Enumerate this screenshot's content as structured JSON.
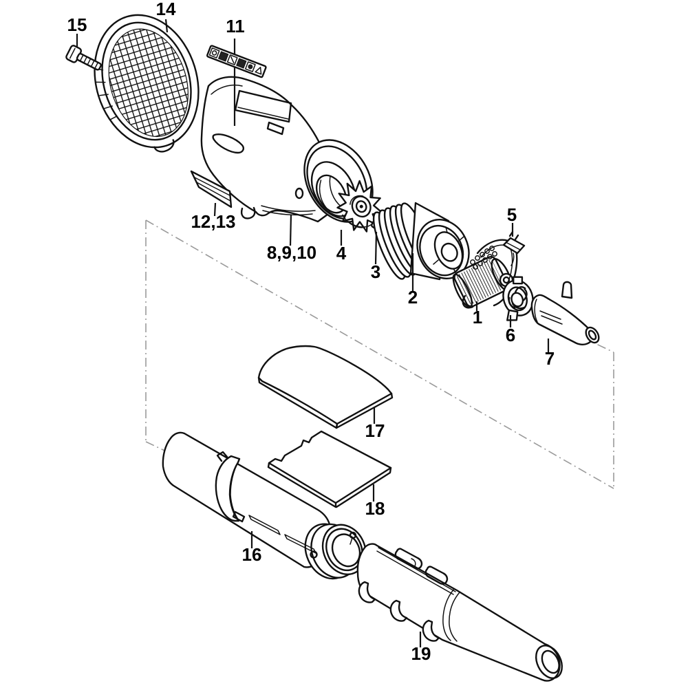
{
  "diagram": {
    "type": "exploded-parts-diagram",
    "background_color": "#ffffff",
    "line_color": "#111111",
    "construction_line_color": "#9a9a9a",
    "part_labels": [
      {
        "text": "15"
      },
      {
        "text": "14"
      },
      {
        "text": "11"
      },
      {
        "text": "12,13"
      },
      {
        "text": "8,9,10"
      },
      {
        "text": "4"
      },
      {
        "text": "3"
      },
      {
        "text": "2"
      },
      {
        "text": "1"
      },
      {
        "text": "5"
      },
      {
        "text": "6"
      },
      {
        "text": "7"
      },
      {
        "text": "17"
      },
      {
        "text": "18"
      },
      {
        "text": "16"
      },
      {
        "text": "19"
      }
    ]
  }
}
